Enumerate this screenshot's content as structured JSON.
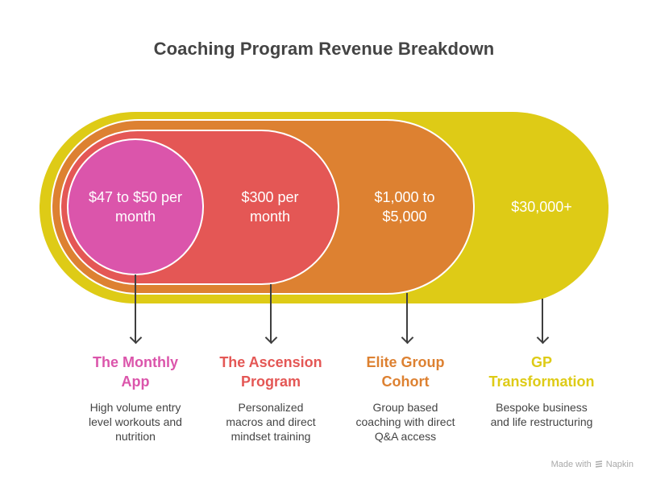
{
  "title": "Coaching Program Revenue Breakdown",
  "colors": {
    "pink": "#DB55AB",
    "red": "#E45755",
    "orange": "#DD8131",
    "yellow": "#DECB16",
    "text": "#444444"
  },
  "tiers": [
    {
      "price": "$47 to $50 per\nmonth",
      "name": "The Monthly\nApp",
      "description": "High volume entry\nlevel workouts and\nnutrition",
      "color": "#DB55AB"
    },
    {
      "price": "$300 per\nmonth",
      "name": "The Ascension\nProgram",
      "description": "Personalized\nmacros and direct\nmindset training",
      "color": "#E45755"
    },
    {
      "price": "$1,000 to\n$5,000",
      "name": "Elite Group\nCohort",
      "description": "Group based\ncoaching with direct\nQ&A access",
      "color": "#DD8131"
    },
    {
      "price": "$30,000+",
      "name": "GP\nTransformation",
      "description": "Bespoke business\nand life restructuring",
      "color": "#DECB16"
    }
  ],
  "footer": {
    "made_with": "Made with",
    "brand": "Napkin",
    "icon": "napkin-logo-icon"
  }
}
